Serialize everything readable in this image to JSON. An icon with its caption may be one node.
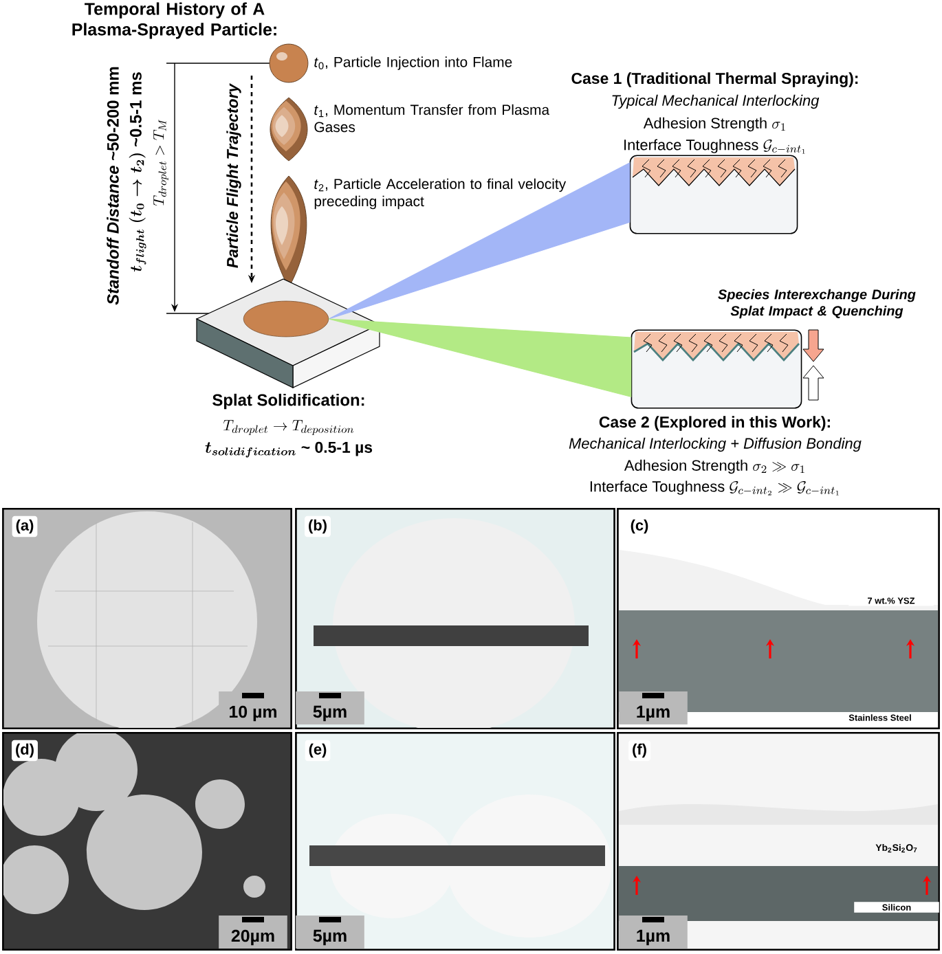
{
  "diagram": {
    "title": "Temporal History of A Plasma-Sprayed Particle:",
    "nodes": [
      {
        "text": [],
        "shape": "picture",
        "beside": [
          "*t*$_{0}$, Particle Injection into Flame"
        ]
      },
      {
        "text": [],
        "shape": "picture",
        "beside": [
          "*t*$_{1}$, Momentum Transfer from Plasma Gases"
        ]
      },
      {
        "text": [],
        "shape": "picture",
        "beside": [
          "*t*$_{2}$, Particle Acceleration to final velocity preceding impact"
        ]
      },
      {
        "text": [],
        "shape": "picture",
        "beside": [
          "Splat Solidification:",
          "T_{droplet} \\to T_{deposition}",
          "t_{solidification}\\ \\mbox{\\textasciitilde\\ 0.5-1 µs}"
        ]
      },
      {
        "text": [
          "Case 1 (Traditional Thermal Spraying):",
          "Typical Mechanical Interlocking",
          "\\mbox{Adhesion Strength }\\sigma_1",
          "\\mbox{Interface Toughness }\\mathcal{G}_{c-int_1}"
        ]
      },
      {
        "text": [
          "Case 2 (Explored in this Work):",
          "Mechanical Interlocking + Diffusion Bonding",
          "\\mbox{Adhesion Strength }\\sigma_2 \\gg \\sigma_1",
          "\\mbox{Interface Toughness }\\mathcal{G}_{c-int_2} \\gg \\mathcal{G}_{c-int_1}"
        ],
        "beside": [
          "Species Interexchange During Splat Impact & Quenching"
        ]
      },
      {
        "text": [
          "(a)",
          "10 µm"
        ]
      },
      {
        "text": [
          "(b)",
          "5µm"
        ]
      },
      {
        "text": [
          "(c)",
          "7 wt.% YSZ",
          "1µm",
          "Stainless Steel"
        ]
      },
      {
        "text": [
          "(d)",
          "20µm"
        ]
      },
      {
        "text": [
          "(e)",
          "5µm"
        ]
      },
      {
        "text": [
          "(f)",
          "Yb$_{2}$Si$_{2}$O$_{7}$",
          "1µm",
          "Silicon"
        ]
      }
    ],
    "edges": [
      {
        "from": 3,
        "to": 4,
        "arrow": "none",
        "color": "#a3b6f7"
      },
      {
        "from": 3,
        "to": 5,
        "arrow": "none",
        "color": "#b3ea85"
      }
    ],
    "labels": [
      "\\mathit{Standoff\\ Distance}\\ \\mbox{\\textasciitilde 50-200 mm}",
      "t_{flight}\\ (t_0 \\to t_2)\\ \\mbox{\\textasciitilde 0.5-1 ms}",
      "T_{droplet} > T_M",
      "Particle Flight Trajectory"
    ]
  }
}
